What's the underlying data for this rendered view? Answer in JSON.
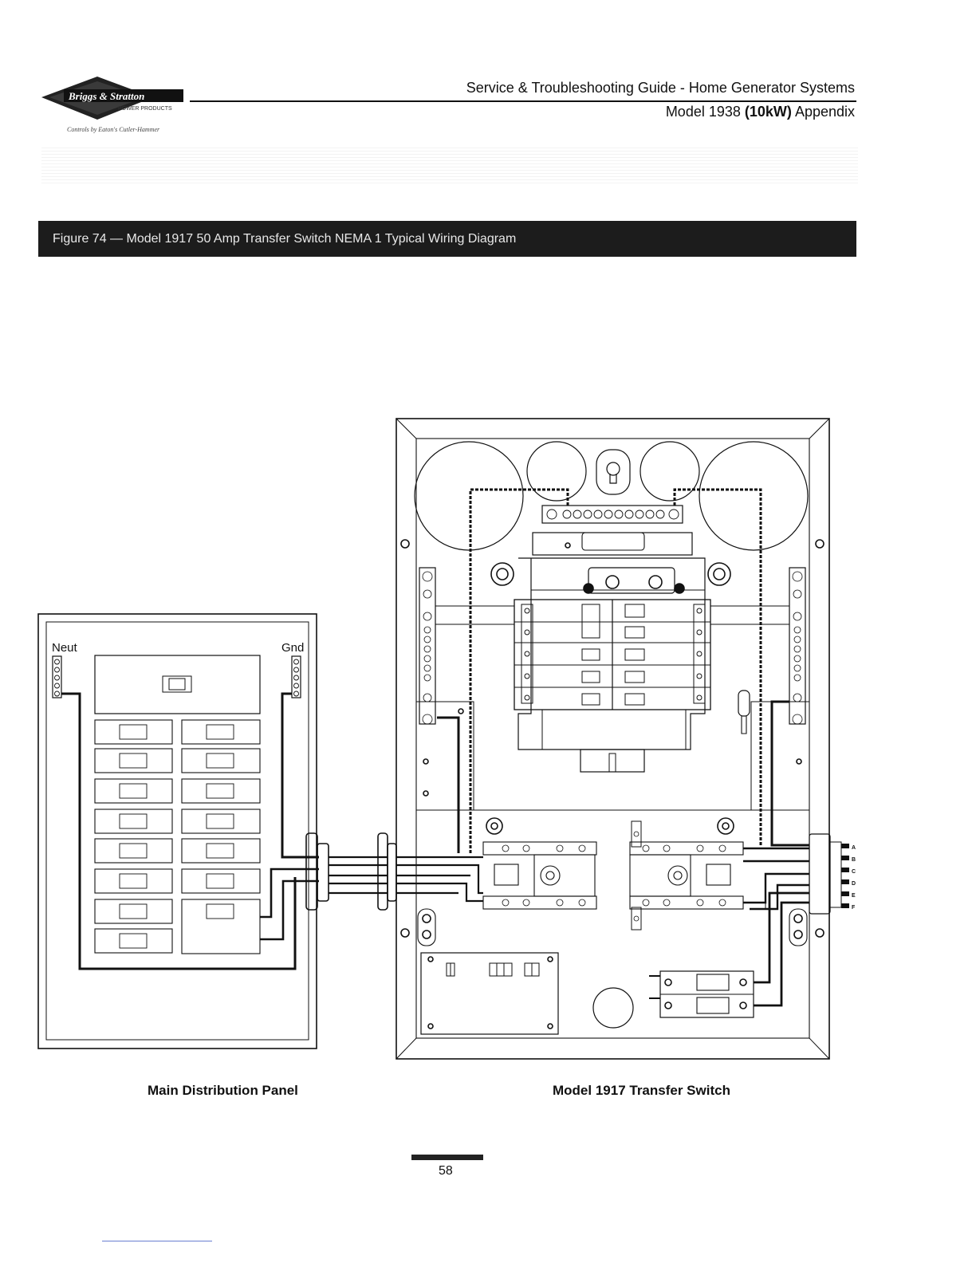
{
  "header": {
    "brand_name": "Briggs & Stratton",
    "brand_sub": "POWER PRODUCTS",
    "brand_tagline": "Controls by Eaton's Cutler-Hammer",
    "guide_title": "Service & Troubleshooting Guide - Home Generator Systems",
    "model_prefix": "Model 1938",
    "model_kw": "(10kW)",
    "model_suffix": "Appendix"
  },
  "figure": {
    "title": "Figure 74 — Model 1917   50 Amp Transfer Switch NEMA 1   Typical Wiring Diagram"
  },
  "panel": {
    "neut_label": "Neut",
    "gnd_label": "Gnd",
    "caption": "Main Distribution Panel"
  },
  "transfer_switch": {
    "caption": "Model 1917 Transfer Switch",
    "terminal_labels": [
      "A",
      "B",
      "C",
      "D",
      "E",
      "F"
    ]
  },
  "footer": {
    "page_number": "58"
  }
}
